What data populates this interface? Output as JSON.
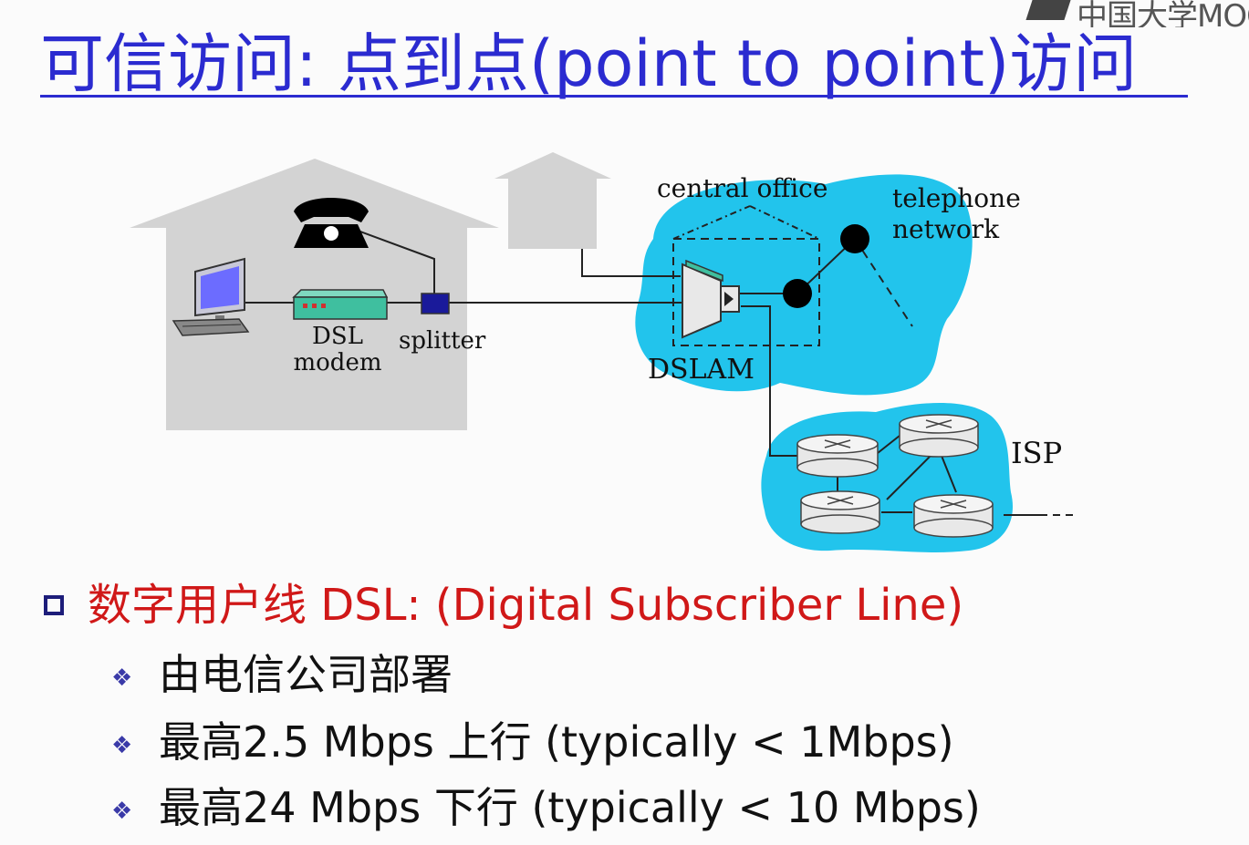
{
  "watermark": {
    "text": "中国大学MOOC"
  },
  "title": "可信访问: 点到点(point to point)访问",
  "diagram": {
    "labels": {
      "central_office": "central office",
      "telephone_network_line1": "telephone",
      "telephone_network_line2": "network",
      "dsl_modem_line1": "DSL",
      "dsl_modem_line2": "modem",
      "splitter": "splitter",
      "dslam": "DSLAM",
      "isp": "ISP"
    },
    "icons": {
      "computer": "computer-icon",
      "telephone": "telephone-icon",
      "modem": "dsl-modem-icon",
      "splitter": "splitter-box-icon",
      "dslam": "dslam-device-icon",
      "router": "router-icon"
    },
    "colors": {
      "house": "#d3d3d3",
      "cloud": "#22c4ec",
      "modem": "#3fbf9f",
      "splitter": "#1a1a9a",
      "title": "#2b2bd0",
      "bullet_red": "#d01818"
    }
  },
  "bullets": {
    "main": "数字用户线 DSL: (Digital Subscriber Line)",
    "sub": [
      "由电信公司部署",
      "最高2.5 Mbps 上行 (typically < 1Mbps)",
      "最高24 Mbps 下行 (typically < 10 Mbps)"
    ],
    "diamond_glyph": "❖"
  }
}
